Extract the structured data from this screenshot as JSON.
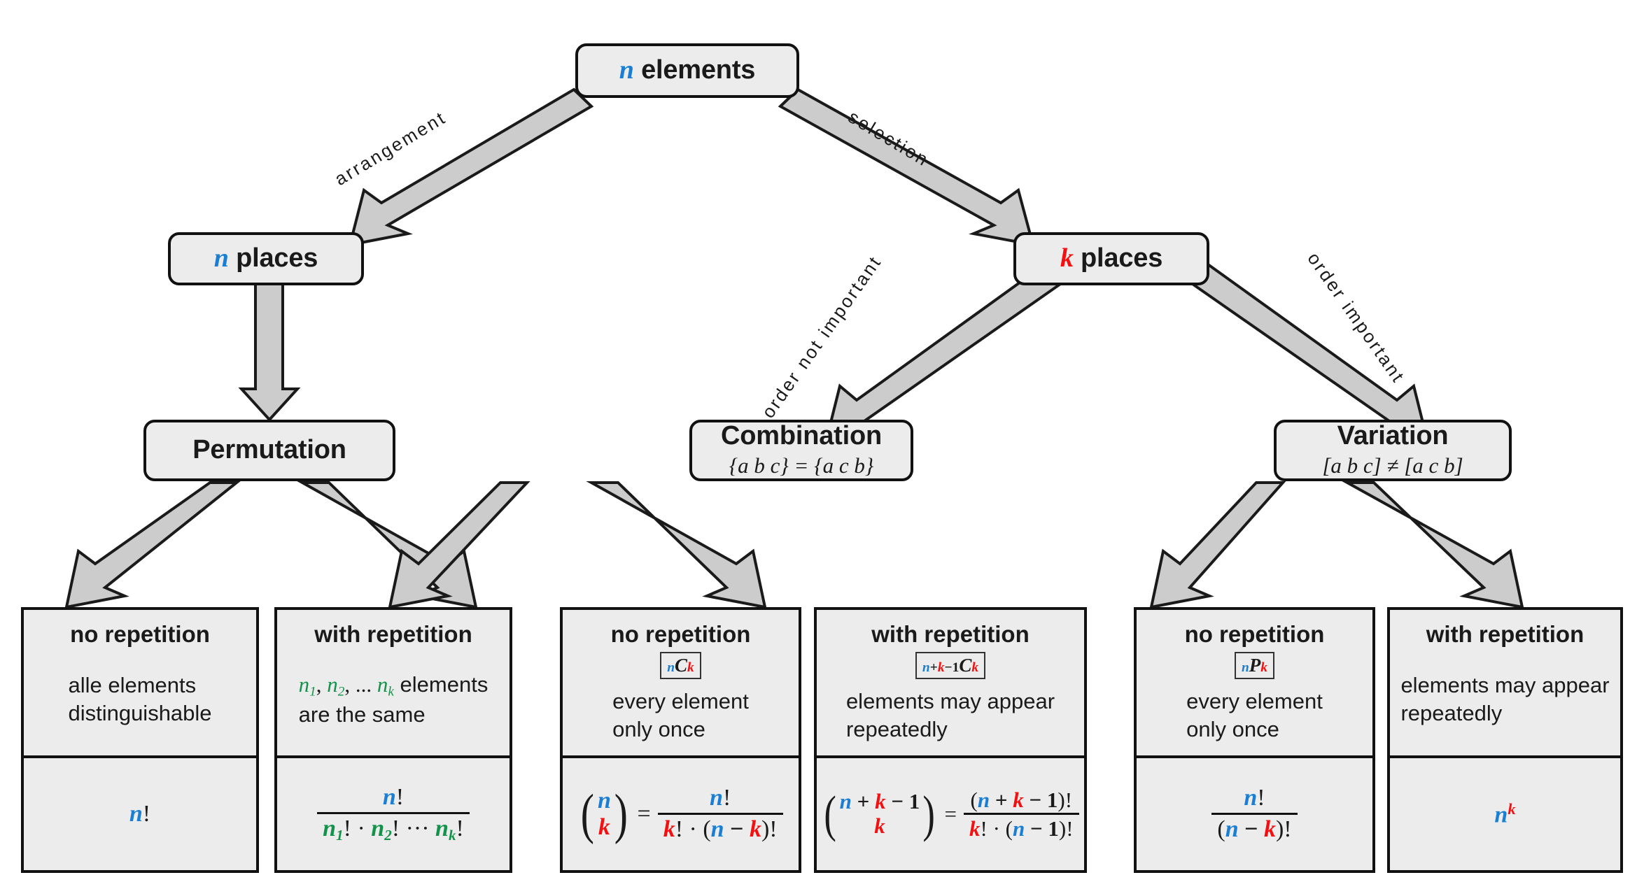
{
  "diagram": {
    "title": "Combinatorics overview",
    "colors": {
      "n_color": "#1a7fd4",
      "k_color": "#f41010",
      "green": "#13924a",
      "node_fill": "#ececec",
      "arrow_fill": "#cccccc",
      "outline": "#111111"
    },
    "root": {
      "label_var": "n",
      "label_text": "elements"
    },
    "edges": {
      "arrangement": "arrangement",
      "selection": "selection",
      "order_not_important": "order not important",
      "order_important": "order important"
    },
    "level2": [
      {
        "id": "n-places",
        "var": "n",
        "text": "places"
      },
      {
        "id": "k-places",
        "var": "k",
        "text": "places"
      }
    ],
    "level3": [
      {
        "id": "permutation",
        "title": "Permutation",
        "sub": ""
      },
      {
        "id": "combination",
        "title": "Combination",
        "sub": "{a b c} = {a c b}"
      },
      {
        "id": "variation",
        "title": "Variation",
        "sub": "[a b c] ≠ [a c b]"
      }
    ],
    "leaves": [
      {
        "id": "permutation-no-repetition",
        "head": "no repetition",
        "badge": "",
        "desc_line1": "alle elements",
        "desc_line2": "distinguishable",
        "formula": "n!"
      },
      {
        "id": "permutation-with-repetition",
        "head": "with repetition",
        "badge": "",
        "desc_line1": "n1, n2, ... nk elements",
        "desc_line2": "are the same",
        "formula": "n! / (n1! · n2! ··· nk!)"
      },
      {
        "id": "combination-no-repetition",
        "head": "no repetition",
        "badge": "nCk",
        "desc_line1": "every element",
        "desc_line2": "only once",
        "formula": "(n over k) = n! / (k! · (n − k)!)"
      },
      {
        "id": "combination-with-repetition",
        "head": "with repetition",
        "badge": "n+k−1Ck",
        "desc_line1": "elements may appear",
        "desc_line2": "repeatedly",
        "formula": "(n + k − 1 over k) = (n + k − 1)! / (k! · (n − 1)!)"
      },
      {
        "id": "variation-no-repetition",
        "head": "no repetition",
        "badge": "nPk",
        "desc_line1": "every element",
        "desc_line2": "only once",
        "formula": "n! / (n − k)!"
      },
      {
        "id": "variation-with-repetition",
        "head": "with repetition",
        "badge": "",
        "desc_line1": "elements may appear",
        "desc_line2": "repeatedly",
        "formula": "n^k"
      }
    ]
  }
}
